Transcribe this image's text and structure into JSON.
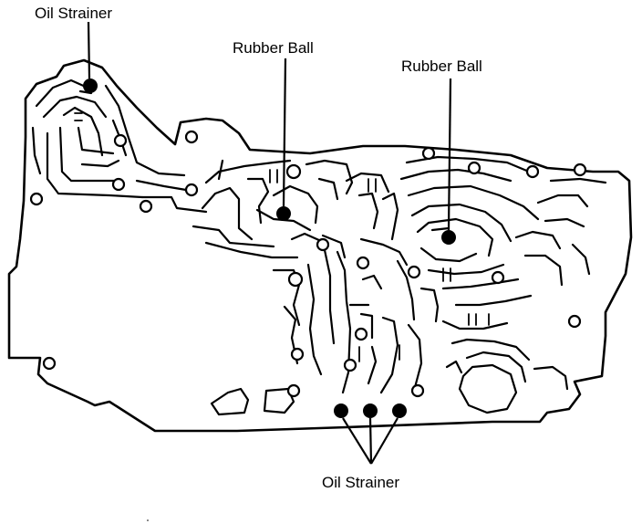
{
  "labels": {
    "oil_strainer_top": "Oil Strainer",
    "rubber_ball_left": "Rubber Ball",
    "rubber_ball_right": "Rubber Ball",
    "oil_strainer_bottom": "Oil Strainer"
  },
  "colors": {
    "ink": "#000000",
    "paper": "#ffffff"
  }
}
